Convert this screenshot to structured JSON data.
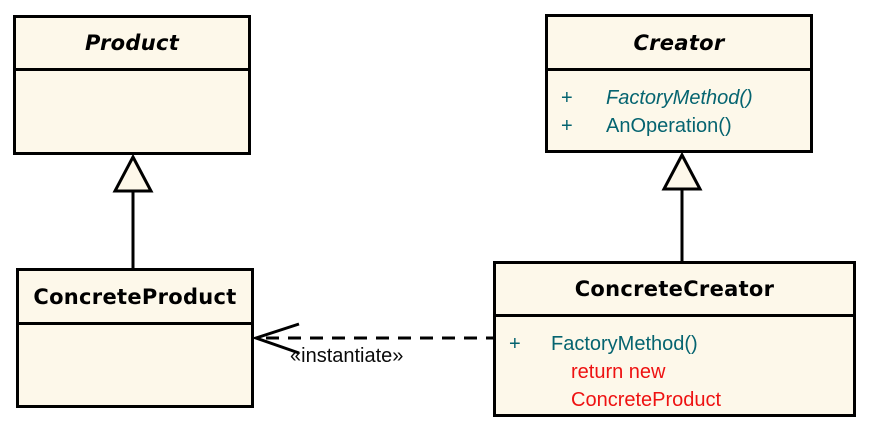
{
  "colors": {
    "box_fill": "#FDF8EA",
    "border": "#000000",
    "method_text": "#056470",
    "code_note_text": "#EE1212",
    "title_text": "#000000",
    "background": "#FFFFFF"
  },
  "classes": {
    "product": {
      "name": "Product"
    },
    "creator": {
      "name": "Creator",
      "methods": [
        {
          "visibility": "+",
          "name": "FactoryMethod()"
        },
        {
          "visibility": "+",
          "name": "AnOperation()"
        }
      ]
    },
    "concrete_product": {
      "name": "ConcreteProduct"
    },
    "concrete_creator": {
      "name": "ConcreteCreator",
      "methods": [
        {
          "visibility": "+",
          "name": "FactoryMethod()"
        }
      ],
      "code_note": {
        "line1": "return new",
        "line2": "ConcreteProduct"
      }
    }
  },
  "relationships": {
    "instantiate_label": "«instantiate»"
  }
}
